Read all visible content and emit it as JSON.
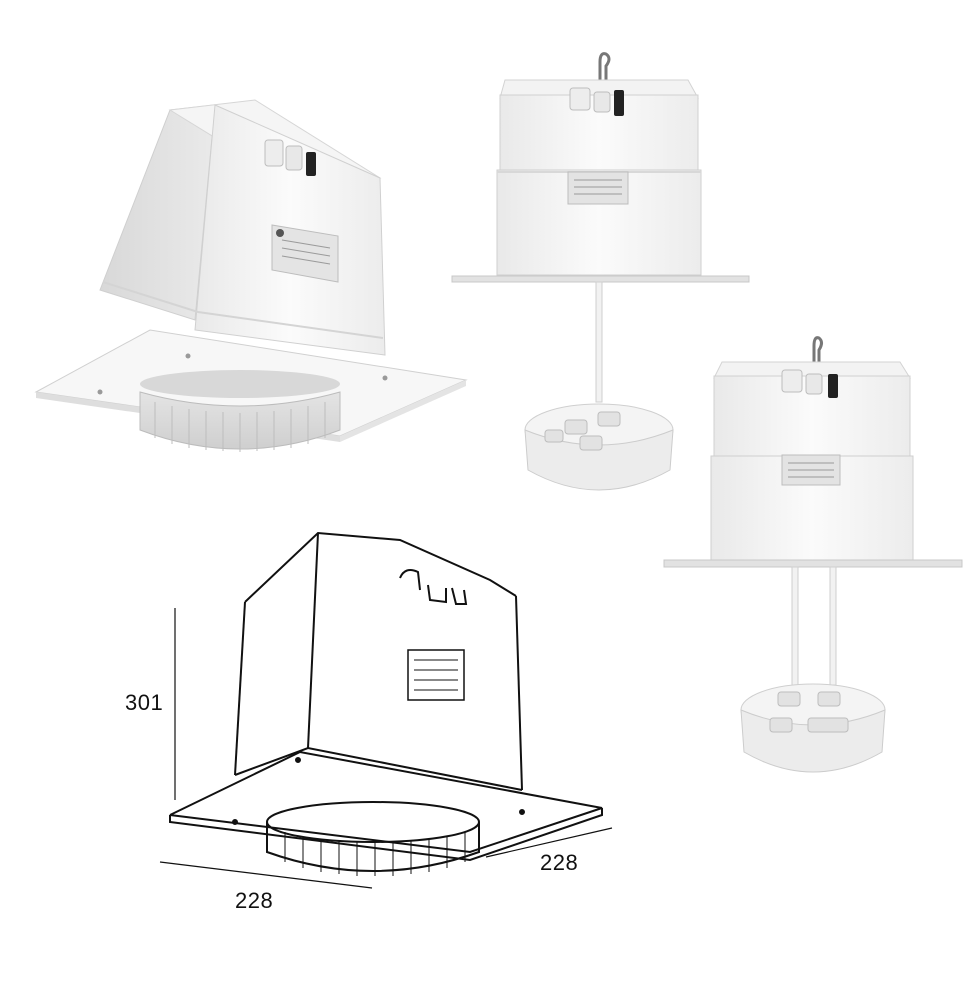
{
  "dimensions": {
    "height": "301",
    "depth": "228",
    "width": "228"
  },
  "colors": {
    "background": "#ffffff",
    "housing": "#f4f4f4",
    "housing_shade": "#dcdcdc",
    "label": "#e6e6e6",
    "line_art": "#111111"
  },
  "products": [
    {
      "name": "flush-mounted-unit",
      "view": "angled"
    },
    {
      "name": "suspended-unit-single-rod",
      "view": "front"
    },
    {
      "name": "suspended-unit-double-rod",
      "view": "front"
    },
    {
      "name": "line-drawing-with-dimensions",
      "view": "angled"
    }
  ]
}
